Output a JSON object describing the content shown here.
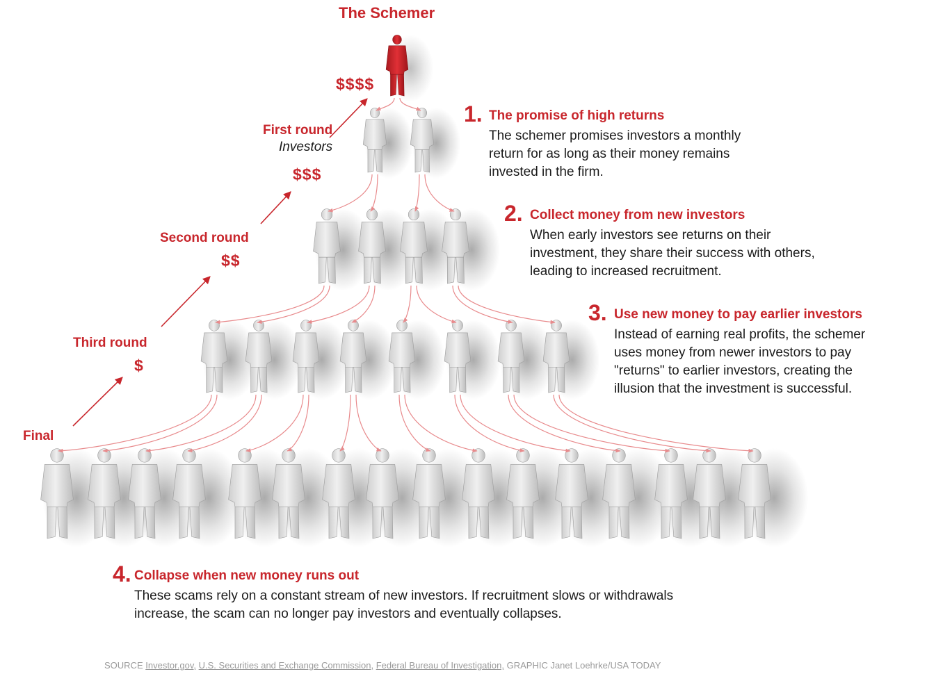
{
  "title": "The Schemer",
  "labels": {
    "schemer_money": "$$$$",
    "first_round": "First round",
    "investors": "Investors",
    "first_money": "$$$",
    "second_round": "Second round",
    "second_money": "$$",
    "third_round": "Third round",
    "third_money": "$",
    "final": "Final"
  },
  "steps": [
    {
      "number": "1.",
      "heading": "The promise of high returns",
      "lines": [
        "The schemer promises investors a monthly",
        "return for as long as their money remains",
        "invested in the firm."
      ]
    },
    {
      "number": "2.",
      "heading": "Collect money from new investors",
      "lines": [
        "When early investors see returns on their",
        "investment, they share their success with others,",
        "leading to increased recruitment."
      ]
    },
    {
      "number": "3.",
      "heading": "Use new money to pay earlier investors",
      "lines": [
        "Instead of earning real profits, the schemer",
        "uses money from newer investors to pay",
        "\"returns\" to earlier investors, creating the",
        "illusion that the investment is successful."
      ]
    },
    {
      "number": "4.",
      "heading": "Collapse when new money runs out",
      "lines": [
        "These scams rely on a constant stream of new investors. If recruitment slows or withdrawals",
        "increase, the scam can no longer pay investors and eventually collapses."
      ]
    }
  ],
  "source": {
    "prefix": "SOURCE",
    "links": [
      "Investor.gov,",
      "U.S. Securities and Exchange Commission,",
      "Federal Bureau of Investigation,"
    ],
    "suffix": "GRAPHIC Janet Loehrke/USA TODAY"
  },
  "pyramid": {
    "tiers": [
      {
        "name": "schemer",
        "count": 1
      },
      {
        "name": "first-round",
        "count": 2
      },
      {
        "name": "second-round",
        "count": 4
      },
      {
        "name": "third-round",
        "count": 8
      },
      {
        "name": "final",
        "count": 16
      }
    ]
  },
  "colors": {
    "accent": "#c8262c",
    "arrow": "#e88a8c",
    "figure": "#e2e2e2",
    "text": "#1a1a1a",
    "source": "#9a9a9a"
  }
}
